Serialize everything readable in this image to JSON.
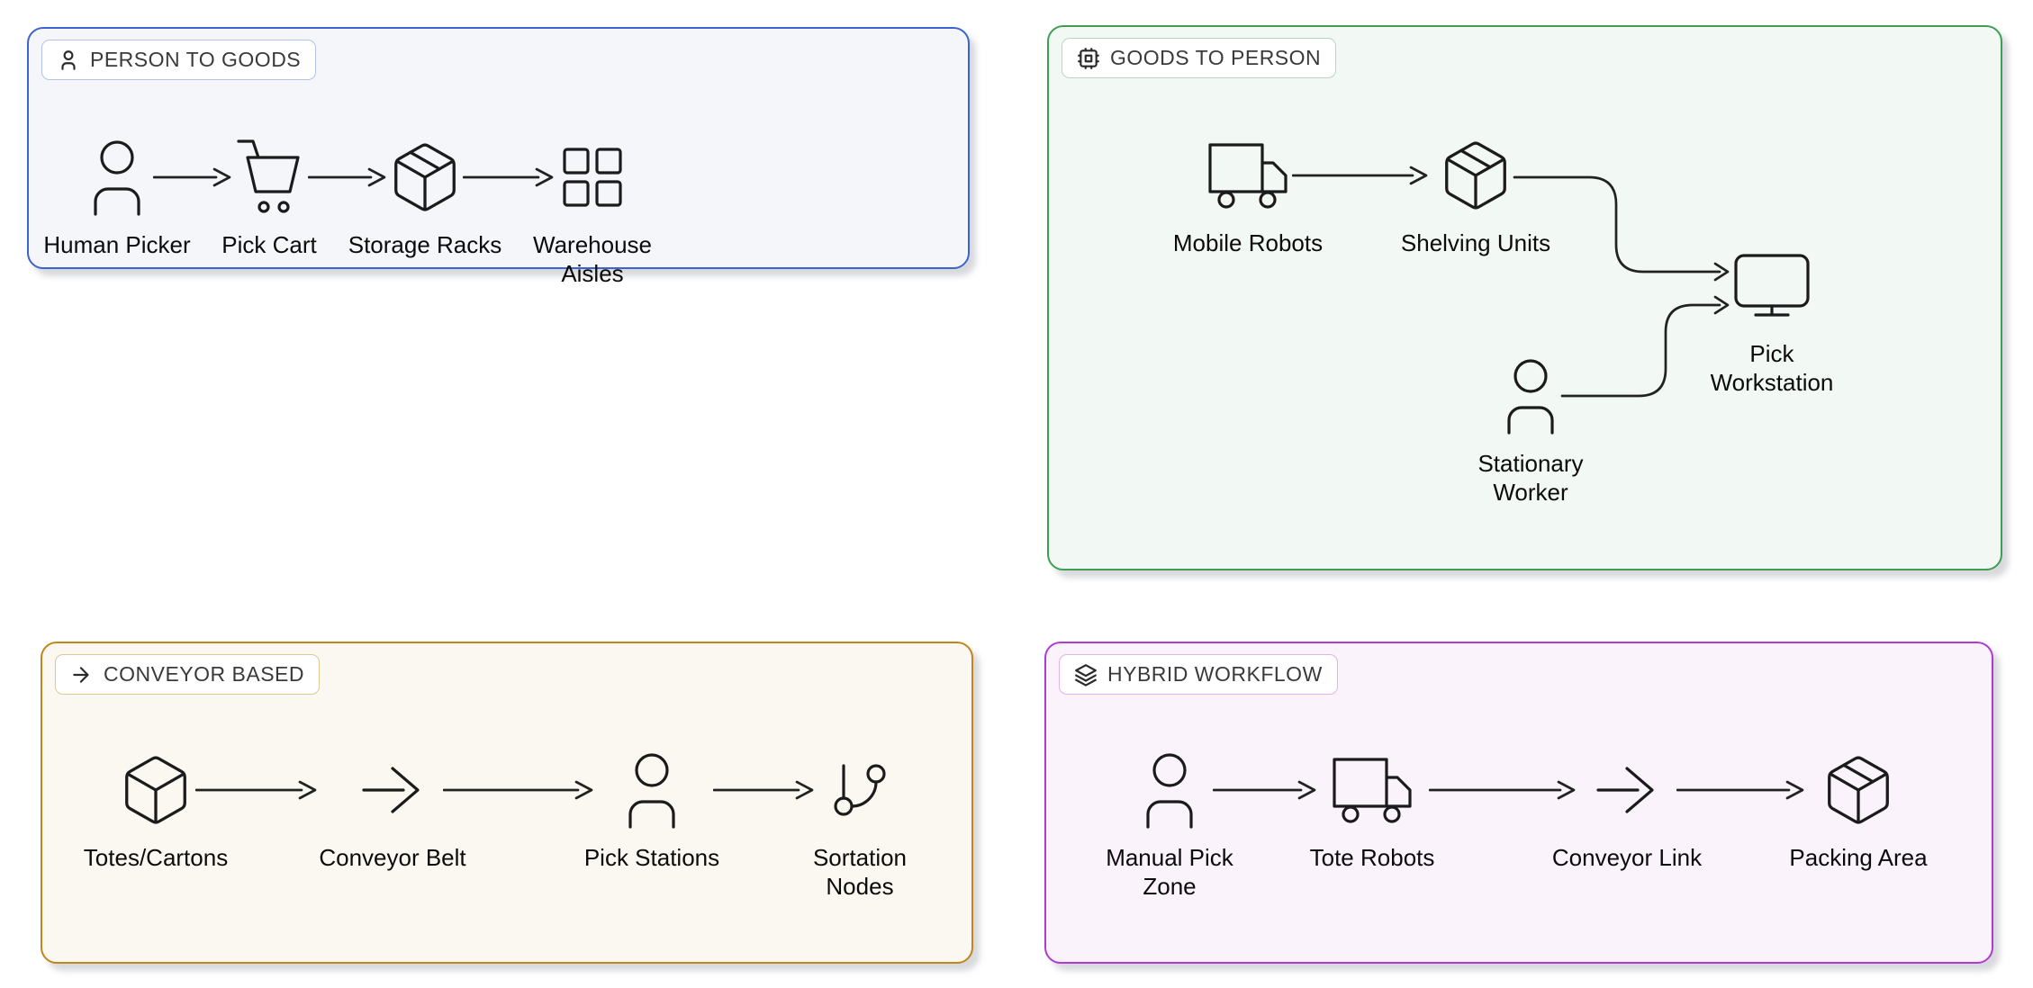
{
  "panels": [
    {
      "id": "person-to-goods",
      "title": "PERSON TO GOODS",
      "title_icon": "person-icon",
      "accent": "#3d63cf",
      "background": "#f4f6fa",
      "nodes": [
        {
          "label": "Human Picker",
          "icon": "person-icon"
        },
        {
          "label": "Pick Cart",
          "icon": "cart-icon"
        },
        {
          "label": "Storage Racks",
          "icon": "package-icon"
        },
        {
          "label": "Warehouse\nAisles",
          "icon": "grid-icon"
        }
      ],
      "edges": [
        {
          "from": "Human Picker",
          "to": "Pick Cart"
        },
        {
          "from": "Pick Cart",
          "to": "Storage Racks"
        },
        {
          "from": "Storage Racks",
          "to": "Warehouse Aisles"
        }
      ]
    },
    {
      "id": "goods-to-person",
      "title": "GOODS TO PERSON",
      "title_icon": "cpu-icon",
      "accent": "#3f9e54",
      "background": "#f2f8f3",
      "nodes": [
        {
          "label": "Mobile Robots",
          "icon": "truck-icon"
        },
        {
          "label": "Shelving Units",
          "icon": "package-icon"
        },
        {
          "label": "Pick\nWorkstation",
          "icon": "monitor-icon"
        },
        {
          "label": "Stationary\nWorker",
          "icon": "person-icon"
        }
      ],
      "edges": [
        {
          "from": "Mobile Robots",
          "to": "Shelving Units"
        },
        {
          "from": "Shelving Units",
          "to": "Pick Workstation"
        },
        {
          "from": "Stationary Worker",
          "to": "Pick Workstation"
        }
      ]
    },
    {
      "id": "conveyor-based",
      "title": "CONVEYOR BASED",
      "title_icon": "arrow-right-icon",
      "accent": "#c0861d",
      "background": "#faf8f0",
      "nodes": [
        {
          "label": "Totes/Cartons",
          "icon": "box-icon"
        },
        {
          "label": "Conveyor Belt",
          "icon": "arrow-right-icon"
        },
        {
          "label": "Pick Stations",
          "icon": "person-icon"
        },
        {
          "label": "Sortation\nNodes",
          "icon": "git-branch-icon"
        }
      ],
      "edges": [
        {
          "from": "Totes/Cartons",
          "to": "Conveyor Belt"
        },
        {
          "from": "Conveyor Belt",
          "to": "Pick Stations"
        },
        {
          "from": "Pick Stations",
          "to": "Sortation Nodes"
        }
      ]
    },
    {
      "id": "hybrid-workflow",
      "title": "HYBRID WORKFLOW",
      "title_icon": "layers-icon",
      "accent": "#b23ad4",
      "background": "#faf3fc",
      "nodes": [
        {
          "label": "Manual Pick\nZone",
          "icon": "person-icon"
        },
        {
          "label": "Tote Robots",
          "icon": "truck-icon"
        },
        {
          "label": "Conveyor Link",
          "icon": "arrow-right-icon"
        },
        {
          "label": "Packing Area",
          "icon": "package-icon"
        }
      ],
      "edges": [
        {
          "from": "Manual Pick Zone",
          "to": "Tote Robots"
        },
        {
          "from": "Tote Robots",
          "to": "Conveyor Link"
        },
        {
          "from": "Conveyor Link",
          "to": "Packing Area"
        }
      ]
    }
  ]
}
